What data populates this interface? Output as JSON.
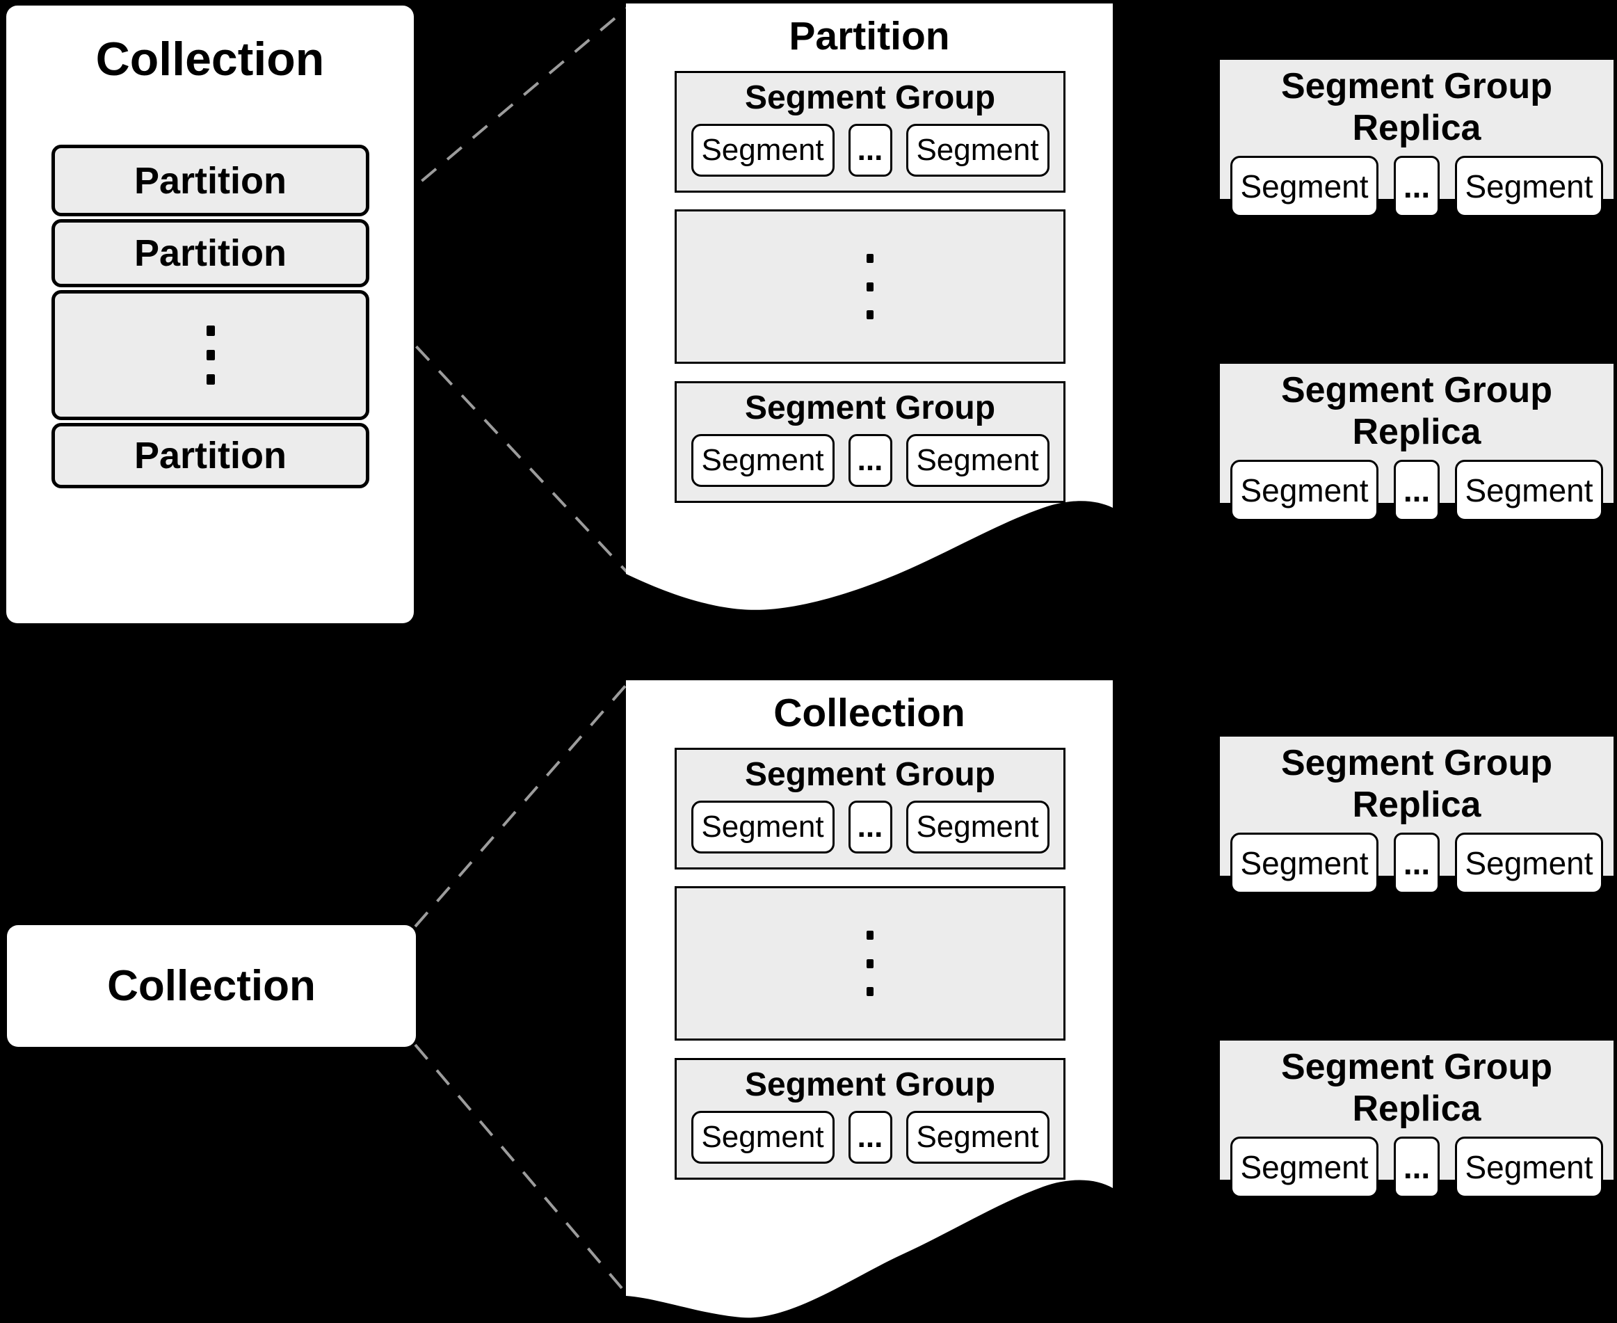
{
  "colors": {
    "background": "#000000",
    "panel_fill": "#ececec",
    "card_fill": "#ffffff",
    "border": "#000000",
    "dashed_line": "#9c9c9c"
  },
  "left_collection": {
    "title": "Collection",
    "partitions": [
      "Partition",
      "Partition",
      "Partition"
    ],
    "ellipsis_symbol": "⋮"
  },
  "bottom_collection_card": {
    "title": "Collection"
  },
  "documents": [
    {
      "title": "Partition",
      "ellipsis_symbol": "⋮",
      "groups": [
        {
          "title": "Segment Group",
          "segments": [
            "Segment",
            "Segment"
          ],
          "ellipsis": "..."
        },
        {
          "title": "Segment Group",
          "segments": [
            "Segment",
            "Segment"
          ],
          "ellipsis": "..."
        }
      ]
    },
    {
      "title": "Collection",
      "ellipsis_symbol": "⋮",
      "groups": [
        {
          "title": "Segment Group",
          "segments": [
            "Segment",
            "Segment"
          ],
          "ellipsis": "..."
        },
        {
          "title": "Segment Group",
          "segments": [
            "Segment",
            "Segment"
          ],
          "ellipsis": "..."
        }
      ]
    }
  ],
  "replicas": [
    {
      "title": "Segment Group Replica",
      "segments": [
        "Segment",
        "Segment"
      ],
      "ellipsis": "..."
    },
    {
      "title": "Segment Group Replica",
      "segments": [
        "Segment",
        "Segment"
      ],
      "ellipsis": "..."
    },
    {
      "title": "Segment Group Replica",
      "segments": [
        "Segment",
        "Segment"
      ],
      "ellipsis": "..."
    },
    {
      "title": "Segment Group Replica",
      "segments": [
        "Segment",
        "Segment"
      ],
      "ellipsis": "..."
    }
  ]
}
